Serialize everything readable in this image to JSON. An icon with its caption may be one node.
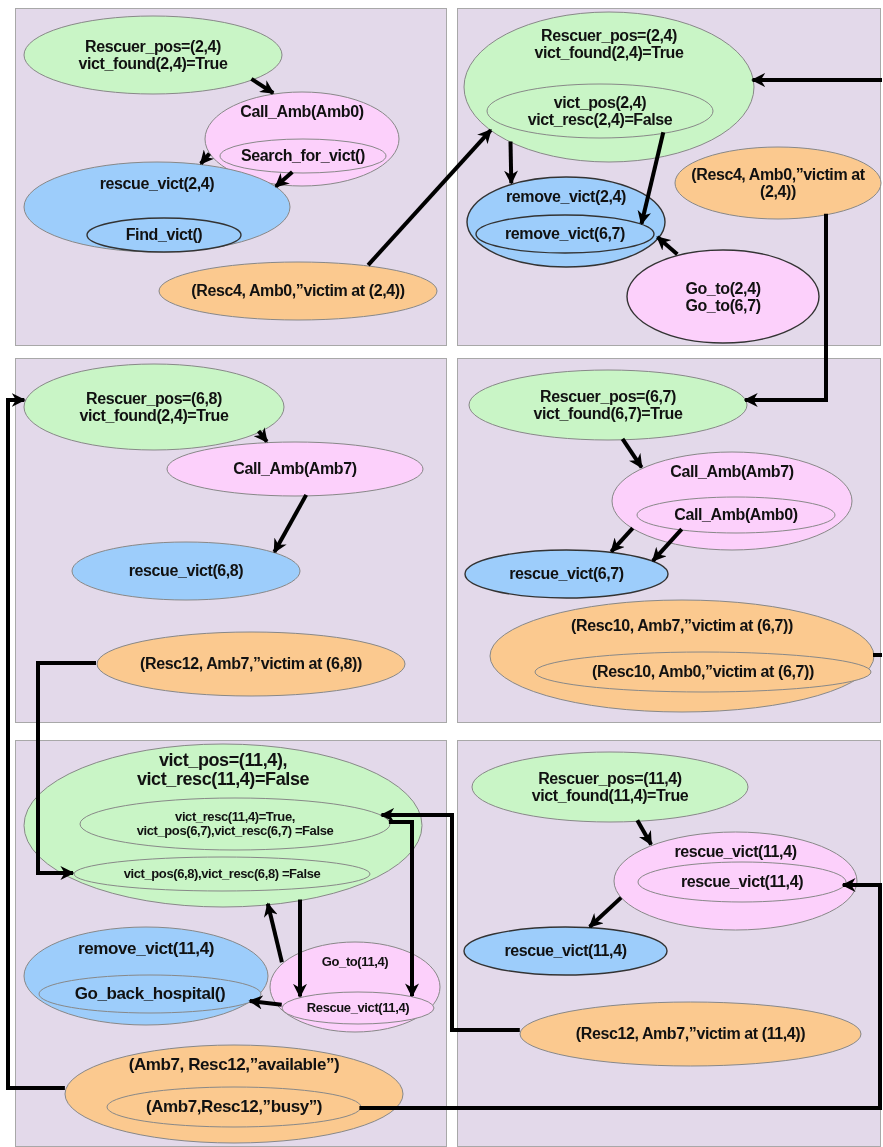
{
  "diagram": {
    "nodes": [
      {
        "text": [],
        "shape": "box"
      },
      {
        "text": [
          "Rescuer_pos=(2,4)",
          "vict_found(2,4)=True"
        ],
        "in": 0
      },
      {
        "text": [
          "Call_Amb(Amb0)"
        ],
        "in": 0
      },
      {
        "text": [
          "Search_for_vict()"
        ],
        "in": 2
      },
      {
        "text": [
          "rescue_vict(2,4)"
        ],
        "in": 0
      },
      {
        "text": [
          "Find_vict()"
        ],
        "in": 4
      },
      {
        "text": [
          "(Resc4, Amb0,”victim at (2,4))"
        ],
        "in": 0
      },
      {
        "text": [],
        "shape": "box"
      },
      {
        "text": [
          "Rescuer_pos=(2,4)",
          "vict_found(2,4)=True"
        ],
        "in": 7
      },
      {
        "text": [
          "vict_pos(2,4)",
          "vict_resc(2,4)=False"
        ],
        "in": 8
      },
      {
        "text": [
          "remove_vict(2,4)"
        ],
        "in": 7
      },
      {
        "text": [
          "remove_vict(6,7)"
        ],
        "in": 10
      },
      {
        "text": [
          "(Resc4, Amb0,”victim at (2,4))"
        ],
        "in": 7
      },
      {
        "text": [
          "Go_to(2,4)",
          "Go_to(6,7)"
        ],
        "in": 7
      },
      {
        "text": [],
        "shape": "box"
      },
      {
        "text": [
          "Rescuer_pos=(6,8)",
          "vict_found(2,4)=True"
        ],
        "in": 14
      },
      {
        "text": [
          "Call_Amb(Amb7)"
        ],
        "in": 14
      },
      {
        "text": [
          "rescue_vict(6,8)"
        ],
        "in": 14
      },
      {
        "text": [
          "(Resc12, Amb7,”victim at (6,8))"
        ],
        "in": 14
      },
      {
        "text": [],
        "shape": "box"
      },
      {
        "text": [
          "Rescuer_pos=(6,7)",
          "vict_found(6,7)=True"
        ],
        "in": 19
      },
      {
        "text": [
          "Call_Amb(Amb7)"
        ],
        "in": 19
      },
      {
        "text": [
          "Call_Amb(Amb0)"
        ],
        "in": 21
      },
      {
        "text": [
          "rescue_vict(6,7)"
        ],
        "in": 19
      },
      {
        "text": [
          "(Resc10, Amb7,”victim at (6,7))"
        ],
        "in": 19
      },
      {
        "text": [
          "(Resc10, Amb0,”victim at (6,7))"
        ],
        "in": 24
      },
      {
        "text": [],
        "shape": "box"
      },
      {
        "text": [
          "vict_pos=(11,4),",
          "vict_resc(11,4)=False"
        ],
        "in": 26
      },
      {
        "text": [
          "vict_resc(11,4)=True,",
          "vict_pos(6,7),vict_resc(6,7) =False"
        ],
        "in": 27
      },
      {
        "text": [
          "vict_pos(6,8),vict_resc(6,8) =False"
        ],
        "in": 27
      },
      {
        "text": [
          "remove_vict(11,4)"
        ],
        "in": 26
      },
      {
        "text": [
          "Go_back_hospital()"
        ],
        "in": 30
      },
      {
        "text": [
          "Go_to(11,4)"
        ],
        "in": 26
      },
      {
        "text": [
          "Rescue_vict(11,4)"
        ],
        "in": 32
      },
      {
        "text": [
          "(Amb7, Resc12,”available”)"
        ],
        "in": 26
      },
      {
        "text": [
          "(Amb7,Resc12,”busy”)"
        ],
        "in": 34
      },
      {
        "text": [],
        "shape": "box"
      },
      {
        "text": [
          "Rescuer_pos=(11,4)",
          "vict_found(11,4)=True"
        ],
        "in": 36
      },
      {
        "text": [
          "rescue_vict(11,4)"
        ],
        "in": 36
      },
      {
        "text": [
          "rescue_vict(11,4)"
        ],
        "in": 38
      },
      {
        "text": [
          "rescue_vict(11,4)"
        ],
        "in": 36
      },
      {
        "text": [
          "(Resc12, Amb7,”victim at (11,4))"
        ],
        "in": 36
      }
    ],
    "edges": [
      {
        "from": 1,
        "to": 2,
        "arrow": "to"
      },
      {
        "from": 2,
        "to": 4,
        "arrow": "to"
      },
      {
        "from": 3,
        "to": 4,
        "arrow": "to"
      },
      {
        "from": 6,
        "to": 8,
        "arrow": "to"
      },
      {
        "from": 8,
        "to": 10,
        "arrow": "to"
      },
      {
        "from": 9,
        "to": 11,
        "arrow": "to"
      },
      {
        "from": 13,
        "to": 10,
        "arrow": "to"
      },
      {
        "from": 12,
        "to": 20,
        "arrow": "to"
      },
      {
        "from": null,
        "to": 8,
        "arrow": "to"
      },
      {
        "from": 24,
        "to": null,
        "arrow": "none"
      },
      {
        "from": 15,
        "to": 16,
        "arrow": "to"
      },
      {
        "from": 16,
        "to": 17,
        "arrow": "to"
      },
      {
        "from": 18,
        "to": 29,
        "arrow": "to"
      },
      {
        "from": 34,
        "to": 15,
        "arrow": "to"
      },
      {
        "from": 20,
        "to": 21,
        "arrow": "to"
      },
      {
        "from": 21,
        "to": 23,
        "arrow": "to"
      },
      {
        "from": 22,
        "to": 23,
        "arrow": "to"
      },
      {
        "from": 27,
        "to": 33,
        "arrow": "to"
      },
      {
        "from": 28,
        "to": 33,
        "arrow": "to"
      },
      {
        "from": 32,
        "to": 27,
        "arrow": "to"
      },
      {
        "from": 33,
        "to": 31,
        "arrow": "to"
      },
      {
        "from": 41,
        "to": 28,
        "arrow": "to"
      },
      {
        "from": 35,
        "to": 39,
        "arrow": "to"
      },
      {
        "from": 37,
        "to": 38,
        "arrow": "to"
      },
      {
        "from": 38,
        "to": 40,
        "arrow": "to"
      }
    ]
  }
}
